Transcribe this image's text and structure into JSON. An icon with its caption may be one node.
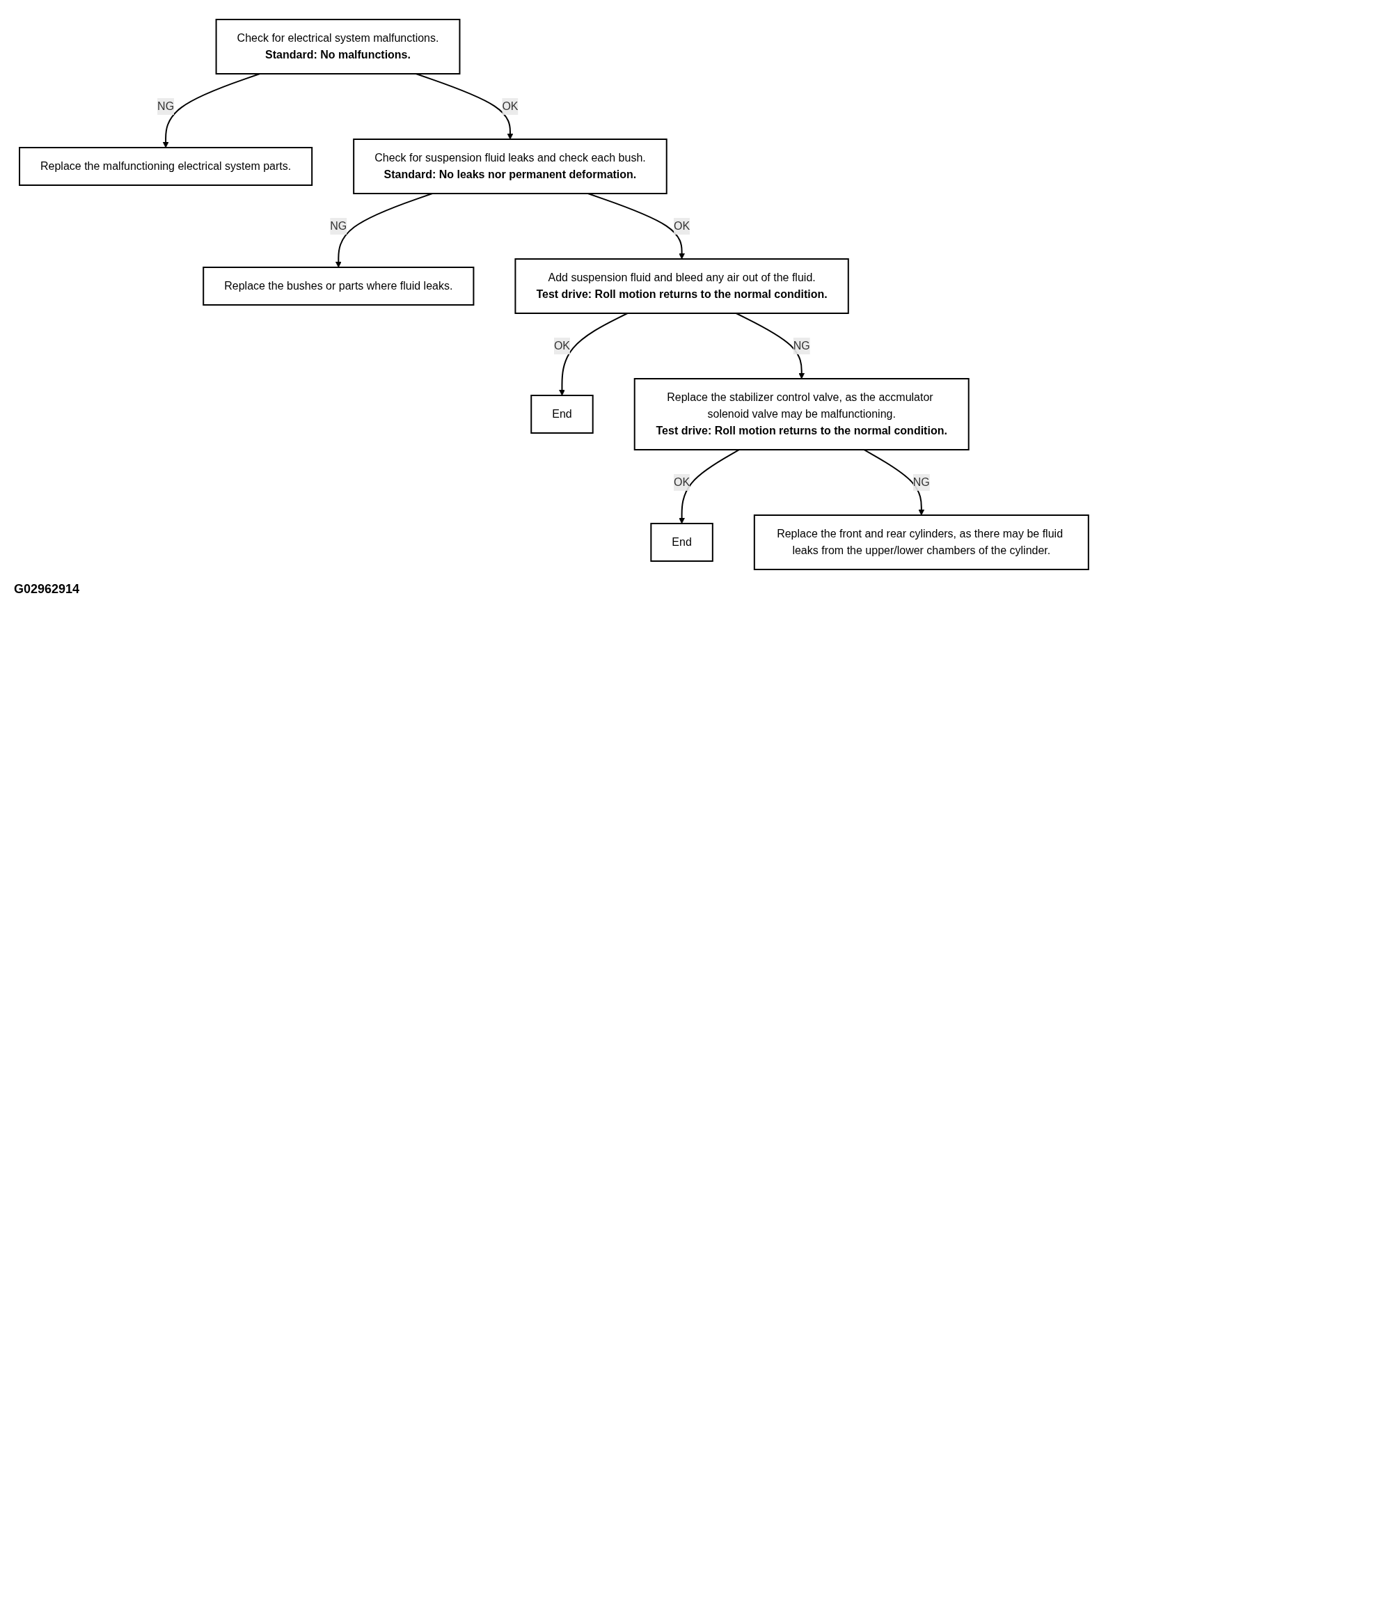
{
  "diagram": {
    "nodes": [
      {
        "text": [
          "Check for electrical system malfunctions.",
          "Standard: No malfunctions."
        ]
      },
      {
        "text": [
          "Replace the malfunctioning electrical system parts."
        ]
      },
      {
        "text": [
          "Check for suspension fluid leaks and check each bush.",
          "Standard: No leaks nor permanent deformation."
        ]
      },
      {
        "text": [
          "Replace the bushes or parts where fluid leaks."
        ]
      },
      {
        "text": [
          "Add suspension fluid and bleed any air out of the fluid.",
          "Test drive: Roll motion returns to the normal condition."
        ]
      },
      {
        "text": [
          "End"
        ]
      },
      {
        "text": [
          "Replace the stabilizer control valve, as the accmulator solenoid valve may be malfunctioning.",
          "Test drive: Roll motion returns to the normal condition."
        ]
      },
      {
        "text": [
          "End"
        ]
      },
      {
        "text": [
          "Replace the front and rear cylinders, as there may be fluid leaks from the upper/lower chambers of the cylinder."
        ]
      }
    ],
    "edges": [
      {
        "from": 0,
        "to": 1,
        "arrow": "to",
        "label": "NG"
      },
      {
        "from": 0,
        "to": 2,
        "arrow": "to",
        "label": "OK"
      },
      {
        "from": 2,
        "to": 3,
        "arrow": "to",
        "label": "NG"
      },
      {
        "from": 2,
        "to": 4,
        "arrow": "to",
        "label": "OK"
      },
      {
        "from": 4,
        "to": 5,
        "arrow": "to",
        "label": "OK"
      },
      {
        "from": 4,
        "to": 6,
        "arrow": "to",
        "label": "NG"
      },
      {
        "from": 6,
        "to": 7,
        "arrow": "to",
        "label": "OK"
      },
      {
        "from": 6,
        "to": 8,
        "arrow": "to",
        "label": "NG"
      }
    ],
    "labels": [
      "G02962914"
    ]
  }
}
